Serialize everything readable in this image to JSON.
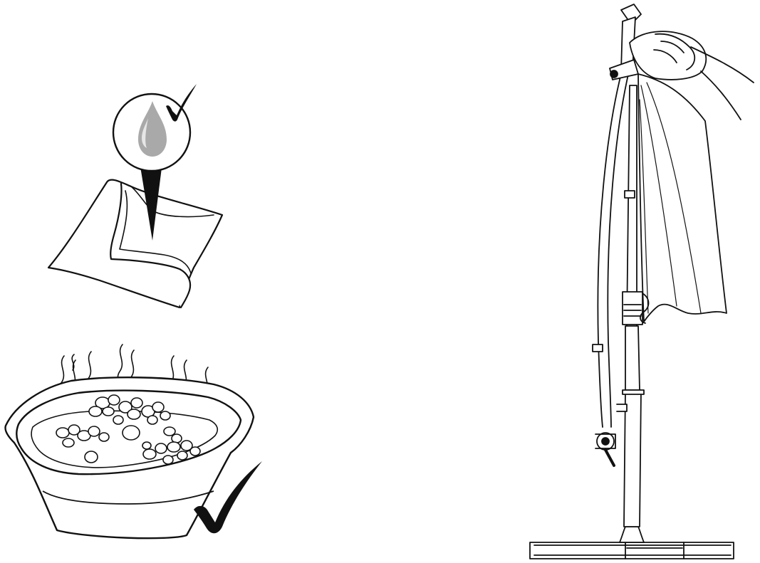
{
  "illustrations": [
    {
      "name": "damp-cloth-with-water-drop",
      "approved": true
    },
    {
      "name": "basin-of-warm-soapy-water",
      "approved": true
    },
    {
      "name": "cantilever-parasol-cleaning",
      "approved": true
    }
  ],
  "colors": {
    "ink": "#111111",
    "paper": "#ffffff",
    "drop": "#a9a9a9",
    "drop_highlight": "#e6e6e6"
  },
  "icons": [
    "checkmark-icon",
    "water-drop-icon",
    "steam-icon"
  ]
}
